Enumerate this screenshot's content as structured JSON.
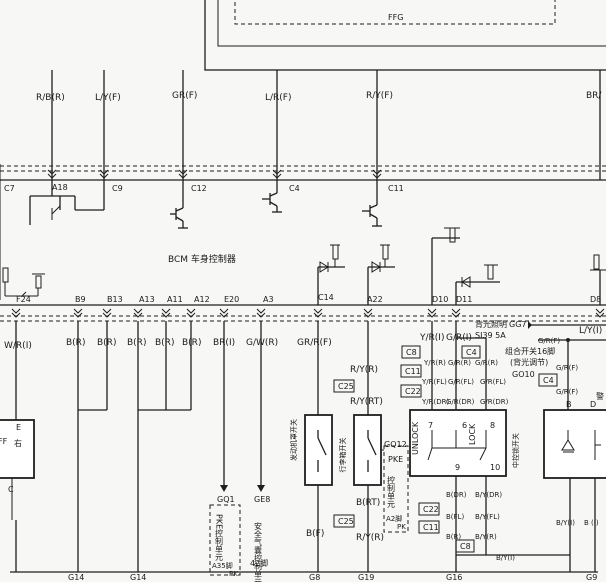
{
  "bcm": {
    "title": "BCM 车身控制器",
    "upper_pins": [
      "C7",
      "A18",
      "C9",
      "C12",
      "C4",
      "C11"
    ],
    "lower_pins": [
      "F24",
      "B9",
      "B13",
      "A13",
      "A11",
      "A12",
      "E20",
      "A3",
      "C14",
      "A22",
      "D10",
      "D11",
      "D8"
    ]
  },
  "ffg": "FFG",
  "upper_wires": [
    "R/B(R)",
    "L/Y(F)",
    "GR(F)",
    "L/R(F)",
    "R/Y(F)",
    "BR/"
  ],
  "lower_wires": {
    "w_r": "W/R(I)",
    "b9": "B(R)",
    "b13": "B(R)",
    "a13": "B(R)",
    "a11": "B(R)",
    "a12": "B(R)",
    "e20": "BR(I)",
    "a3": "G/W(R)",
    "c14": "GR/R(F)",
    "a22_1": "R/Y(R)",
    "a22_2": "R/Y(RT)",
    "d10": "Y/R(I)",
    "d11": "G/R(I)",
    "d8": "L/Y(I)"
  },
  "connectors": {
    "c25_top": "C25",
    "c25_bot": "C25",
    "c8_top": "C8",
    "c8_bot": "C8",
    "c4_mid": "C4",
    "c4_right": "C4",
    "c11_top": "C11",
    "c11_bot": "C11",
    "c22_top": "C22",
    "c22_bot": "C22",
    "gq12": "GQ12",
    "go10": "GO10",
    "gq7": "GG7"
  },
  "lock": {
    "wires_top": [
      "Y/R(R)",
      "G/R(R)",
      "G/R(R)",
      "Y/R(FL)",
      "G/R(FL)",
      "G/R(FL)",
      "Y/R(DR)",
      "G/R(DR)",
      "G/R(DR)"
    ],
    "wires_bot": [
      "B(DR)",
      "B/Y(DR)",
      "B(FL)",
      "B/Y(FL)",
      "B(R)",
      "B/Y(R)",
      "B/Y(I)"
    ],
    "unlock": "UNLOCK",
    "lock": "LOCK",
    "pins": [
      "7",
      "6",
      "8",
      "9",
      "10"
    ],
    "vlabel": "中控锁开关"
  },
  "backlight": {
    "fuse": "背光照明",
    "fuse_spec": "SI39 5A",
    "combo": "组合开关16脚",
    "combo_note": "(背光调节)",
    "g_r_f_1": "G/R(F)",
    "g_r_f_2": "G/R(F)",
    "g_r_f_3": "G/R(F)",
    "right_box": "B",
    "right_box_d": "D",
    "right_by": "B/Y(I)",
    "right_b": "B (I)",
    "cut_label": "警"
  },
  "switches": {
    "hood": "发动机罩开关",
    "trunk": "行李箱开关"
  },
  "pke": {
    "label": "PKE",
    "unit": "控制单元",
    "pin": "A2脚",
    "pk": "PK",
    "ground1_id": "GQ1",
    "ground1_label": "PKE控制单元",
    "ground1_pin": "A35脚",
    "ground1_pk": "PK"
  },
  "airbag": {
    "ground_id": "GE8",
    "label": "安全气囊控制单元",
    "pin": "42脚"
  },
  "left_box": {
    "e": "E",
    "c": "C",
    "side": "右",
    "f": "FF"
  },
  "hood_wire": "B(F)",
  "trunk_wire_1": "B(RT)",
  "trunk_wire_2": "R/Y(R)",
  "grounds": [
    "G14",
    "G14",
    "G8",
    "G19",
    "G16",
    "G9"
  ]
}
